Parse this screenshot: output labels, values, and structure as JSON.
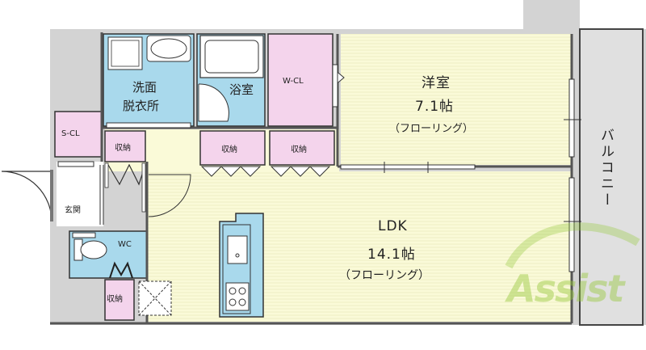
{
  "rooms": {
    "western": {
      "name": "洋室",
      "size": "7.1帖",
      "floor": "（フローリング）"
    },
    "ldk": {
      "name": "LDK",
      "size": "14.1帖",
      "floor": "（フローリング）"
    },
    "washroom": {
      "line1": "洗面",
      "line2": "脱衣所"
    },
    "bath": "浴室",
    "wcl": "W-CL",
    "scl": "S-CL",
    "storage": "収納",
    "entrance": "玄関",
    "wc": "WC",
    "balcony": "バルコニー"
  },
  "watermark": "Assist",
  "colors": {
    "wet_area": "#a9d9ec",
    "closet": "#f4d4ec",
    "floor": "#fafad8",
    "wall": "#555555",
    "balcony": "#e0e0e0",
    "watermark": "#96c83c"
  }
}
